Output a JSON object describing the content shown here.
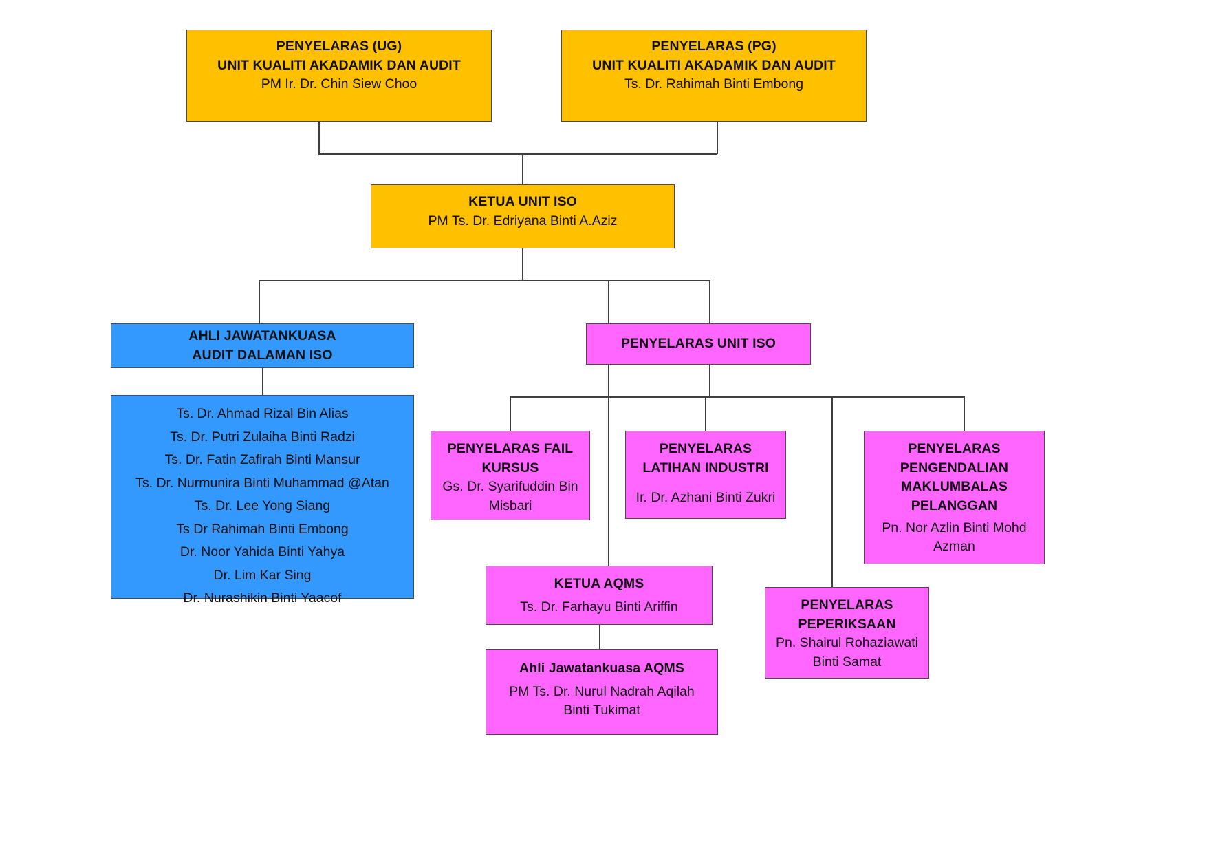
{
  "chart": {
    "type": "org-chart",
    "title": "Carta Organisasi Unit ISO",
    "colors": {
      "gold": "#FFC000",
      "blue": "#3399FF",
      "pink": "#FF66FF",
      "border": "#4a4a4a",
      "connector": "#3f3f3f",
      "background": "#FFFFFF",
      "text": "#111111"
    }
  },
  "nodes": {
    "penyelaras_ug": {
      "line1": "PENYELARAS (UG)",
      "line2": "UNIT KUALITI AKADAMIK DAN AUDIT",
      "person": "PM Ir. Dr. Chin Siew Choo",
      "color": "gold"
    },
    "penyelaras_pg": {
      "line1": "PENYELARAS (PG)",
      "line2": "UNIT KUALITI AKADAMIK DAN AUDIT",
      "person": "Ts. Dr. Rahimah Binti Embong",
      "color": "gold"
    },
    "ketua_unit_iso": {
      "line1": "KETUA UNIT ISO",
      "person": "PM Ts. Dr. Edriyana Binti A.Aziz",
      "color": "gold"
    },
    "ahli_jawatankuasa_audit": {
      "line1": "AHLI JAWATANKUASA",
      "line2": "AUDIT DALAMAN ISO",
      "color": "blue"
    },
    "audit_members": {
      "color": "blue",
      "members": [
        "Ts. Dr. Ahmad Rizal Bin Alias",
        "Ts. Dr. Putri Zulaiha Binti Radzi",
        "Ts. Dr. Fatin Zafirah Binti Mansur",
        "Ts. Dr. Nurmunira Binti Muhammad @Atan",
        "Ts. Dr. Lee Yong Siang",
        "Ts Dr Rahimah Binti Embong",
        "Dr. Noor Yahida Binti Yahya",
        "Dr. Lim Kar Sing",
        "Dr. Nurashikin Binti Yaacof"
      ]
    },
    "penyelaras_unit_iso": {
      "line1": "PENYELARAS UNIT ISO",
      "color": "pink"
    },
    "penyelaras_fail_kursus": {
      "line1": "PENYELARAS FAIL",
      "line2": "KURSUS",
      "person": "Gs. Dr. Syarifuddin Bin Misbari",
      "color": "pink"
    },
    "penyelaras_latihan_industri": {
      "line1": "PENYELARAS",
      "line2": "LATIHAN INDUSTRI",
      "person": "Ir. Dr. Azhani Binti Zukri",
      "color": "pink"
    },
    "penyelaras_maklumbalas": {
      "line1": "PENYELARAS",
      "line2": "PENGENDALIAN",
      "line3": "MAKLUMBALAS",
      "line4": "PELANGGAN",
      "person": "Pn. Nor Azlin Binti Mohd Azman",
      "color": "pink"
    },
    "penyelaras_peperiksaan": {
      "line1": "PENYELARAS",
      "line2": "PEPERIKSAAN",
      "person": "Pn. Shairul Rohaziawati Binti Samat",
      "color": "pink"
    },
    "ketua_aqms": {
      "line1": "KETUA AQMS",
      "person": "Ts. Dr. Farhayu Binti Ariffin",
      "color": "pink"
    },
    "ahli_jawatankuasa_aqms": {
      "line1": "Ahli Jawatankuasa AQMS",
      "person": "PM Ts. Dr. Nurul Nadrah Aqilah Binti Tukimat",
      "color": "pink"
    }
  }
}
